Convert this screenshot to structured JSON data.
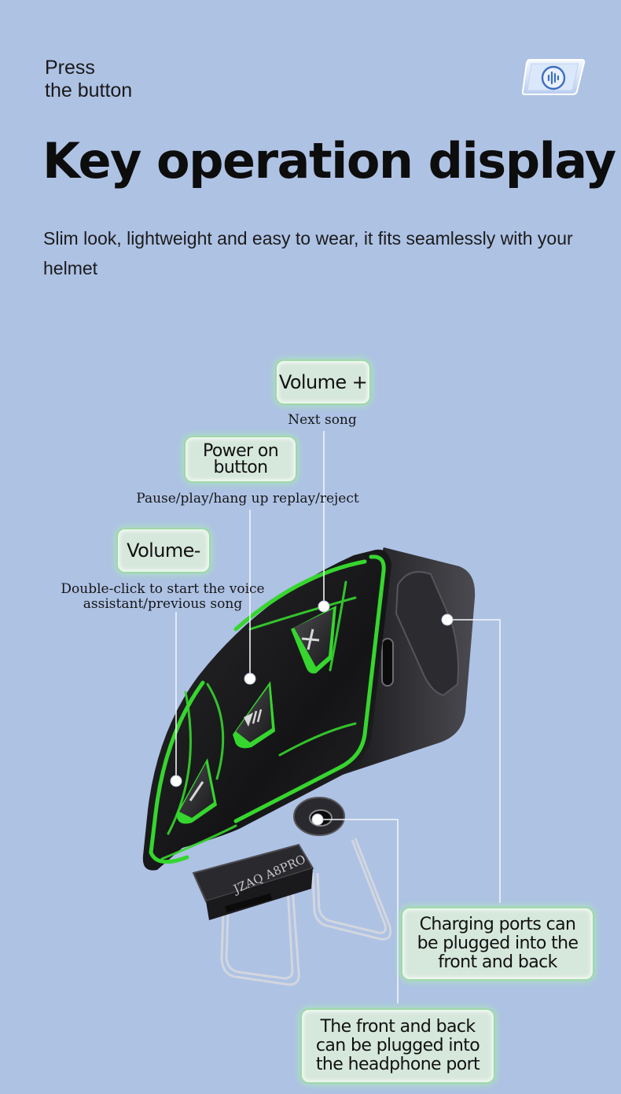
{
  "header": {
    "press_line1": "Press",
    "press_line2": "the button"
  },
  "title": "Key operation display",
  "subtitle": "Slim look, lightweight and easy to wear, it fits seamlessly with your helmet",
  "callouts": {
    "volume_plus": {
      "label": "Volume +",
      "note": "Next song"
    },
    "power": {
      "label_line1": "Power on",
      "label_line2": "button",
      "note": "Pause/play/hang up replay/reject"
    },
    "volume_minus": {
      "label": "Volume-",
      "note_line1": "Double-click to start the voice",
      "note_line2": "assistant/previous song"
    },
    "charging": {
      "line1": "Charging ports can",
      "line2": "be plugged into the",
      "line3": "front and back"
    },
    "headphone": {
      "line1": "The front and back",
      "line2": "can be plugged into",
      "line3": "the headphone port"
    }
  },
  "device": {
    "brand": "JZAQ A8PRO"
  },
  "icons": [
    "voice-icon",
    "plus-button-icon",
    "play-pause-icon",
    "minus-button-icon"
  ],
  "colors": {
    "background": "#aec2e4",
    "accent_green": "#36d62e",
    "device_body": "#1c1c1e"
  }
}
